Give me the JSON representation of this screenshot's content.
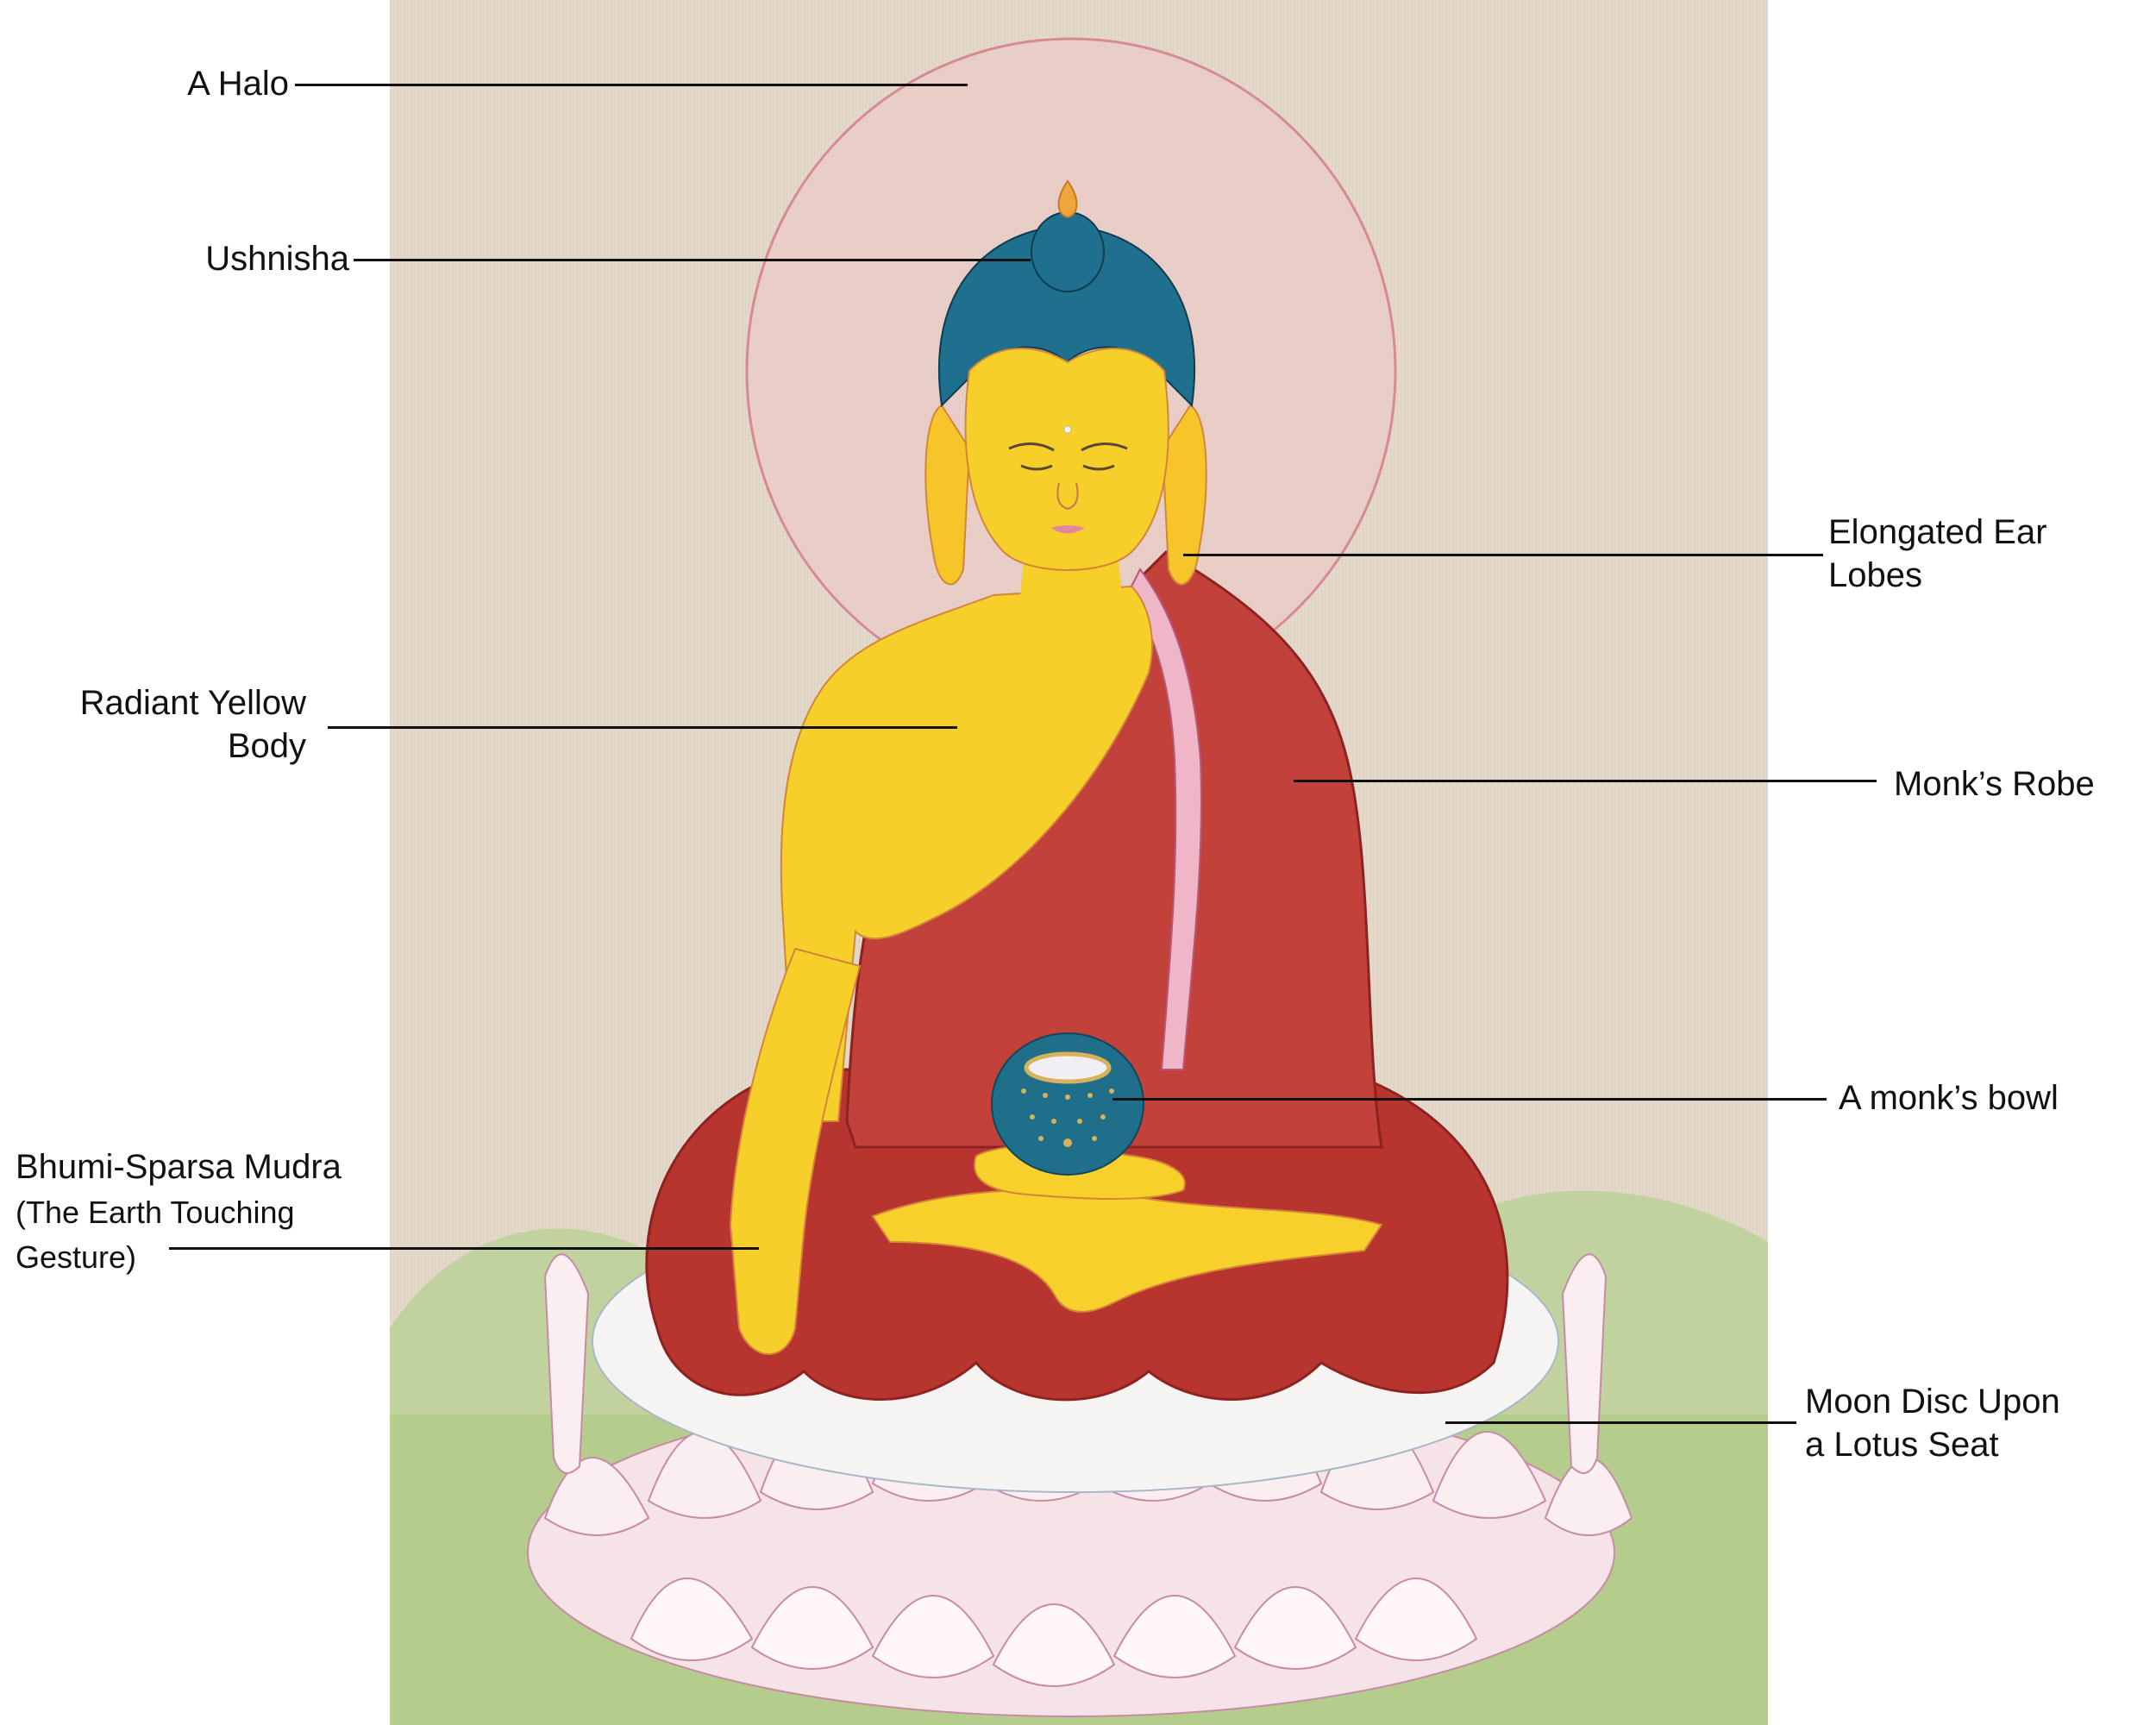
{
  "diagram": {
    "subject": "Shakyamuni Buddha thangka painting with annotated iconographic features",
    "colors": {
      "canvas": "#e3d7c8",
      "halo_fill": "#ecc9c9",
      "halo_outline": "#d68a96",
      "skin": "#f7cf2a",
      "hair": "#1f6f8e",
      "robe": "#c2413a",
      "robe_dark": "#9e2b2a",
      "robe_lining": "#eeb6c6",
      "bowl": "#1f6e8a",
      "bowl_dots": "#d8b25a",
      "moon_disc": "#f6f4f2",
      "lotus": "#f6e4ea",
      "lotus_outline": "#c98aa6",
      "hills": "#b9cf95",
      "leader_line": "#111111"
    },
    "labels": [
      {
        "id": "halo",
        "lines": [
          "A Halo"
        ],
        "side": "left"
      },
      {
        "id": "ushnisha",
        "lines": [
          "Ushnisha"
        ],
        "side": "left"
      },
      {
        "id": "ear-lobes",
        "lines": [
          "Elongated Ear",
          "Lobes"
        ],
        "side": "right"
      },
      {
        "id": "yellow-body",
        "lines": [
          "Radiant Yellow",
          "Body"
        ],
        "side": "left"
      },
      {
        "id": "robe",
        "lines": [
          "Monk’s Robe"
        ],
        "side": "right"
      },
      {
        "id": "bowl",
        "lines": [
          "A monk’s bowl"
        ],
        "side": "right"
      },
      {
        "id": "mudra",
        "lines": [
          "Bhumi-Sparsa Mudra",
          "(The Earth Touching",
          "Gesture)"
        ],
        "side": "left"
      },
      {
        "id": "moon-disc",
        "lines": [
          "Moon Disc Upon",
          "a Lotus Seat"
        ],
        "side": "right"
      }
    ]
  }
}
